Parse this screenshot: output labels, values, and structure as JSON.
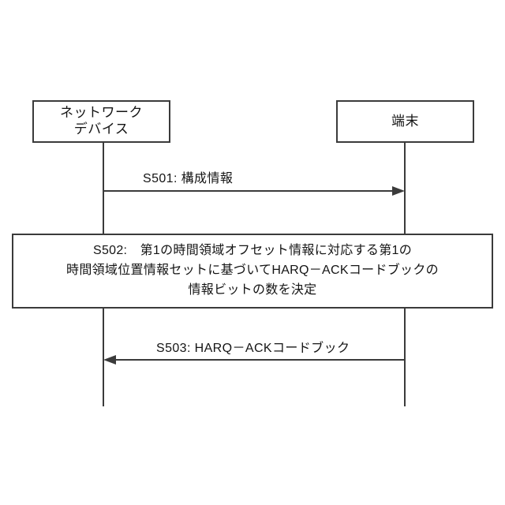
{
  "diagram": {
    "type": "sequence-diagram",
    "title": "",
    "colors": {
      "stroke": "#3b3b3b",
      "text": "#141414",
      "background": "#ffffff"
    },
    "actors": [
      {
        "id": "network-device",
        "label": "ネットワーク\nデバイス",
        "side": "left"
      },
      {
        "id": "terminal",
        "label": "端末",
        "side": "right"
      }
    ],
    "messages": [
      {
        "id": "s501",
        "label": "S501: 構成情報",
        "from": "network-device",
        "to": "terminal",
        "direction": "right"
      },
      {
        "id": "s503",
        "label": "S503: HARQ－ACKコードブック",
        "from": "terminal",
        "to": "network-device",
        "direction": "left"
      }
    ],
    "processes": [
      {
        "id": "s502",
        "label": "S502:　第1の時間領域オフセット情報に対応する第1の\n時間領域位置情報セットに基づいてHARQ－ACKコードブックの\n情報ビットの数を決定"
      }
    ]
  }
}
